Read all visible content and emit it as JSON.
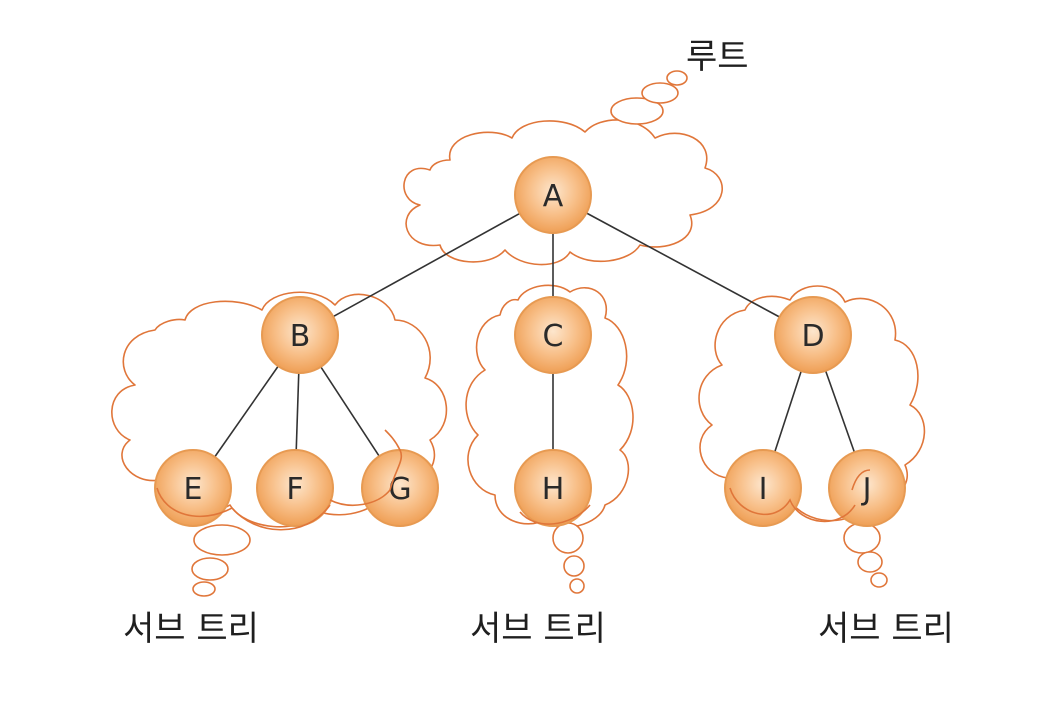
{
  "root_label": "루트",
  "subtree_labels": [
    "서브 트리",
    "서브 트리",
    "서브 트리"
  ],
  "nodes": [
    {
      "id": "A",
      "label": "A",
      "parent": null
    },
    {
      "id": "B",
      "label": "B",
      "parent": "A"
    },
    {
      "id": "C",
      "label": "C",
      "parent": "A"
    },
    {
      "id": "D",
      "label": "D",
      "parent": "A"
    },
    {
      "id": "E",
      "label": "E",
      "parent": "B"
    },
    {
      "id": "F",
      "label": "F",
      "parent": "B"
    },
    {
      "id": "G",
      "label": "G",
      "parent": "B"
    },
    {
      "id": "H",
      "label": "H",
      "parent": "C"
    },
    {
      "id": "I",
      "label": "I",
      "parent": "D"
    },
    {
      "id": "J",
      "label": "J",
      "parent": "D"
    }
  ],
  "colors": {
    "cloud_stroke": "#e0763a",
    "node_fill_center": "#fde3c8",
    "node_fill_edge": "#f0a45e",
    "edge": "#333333"
  }
}
